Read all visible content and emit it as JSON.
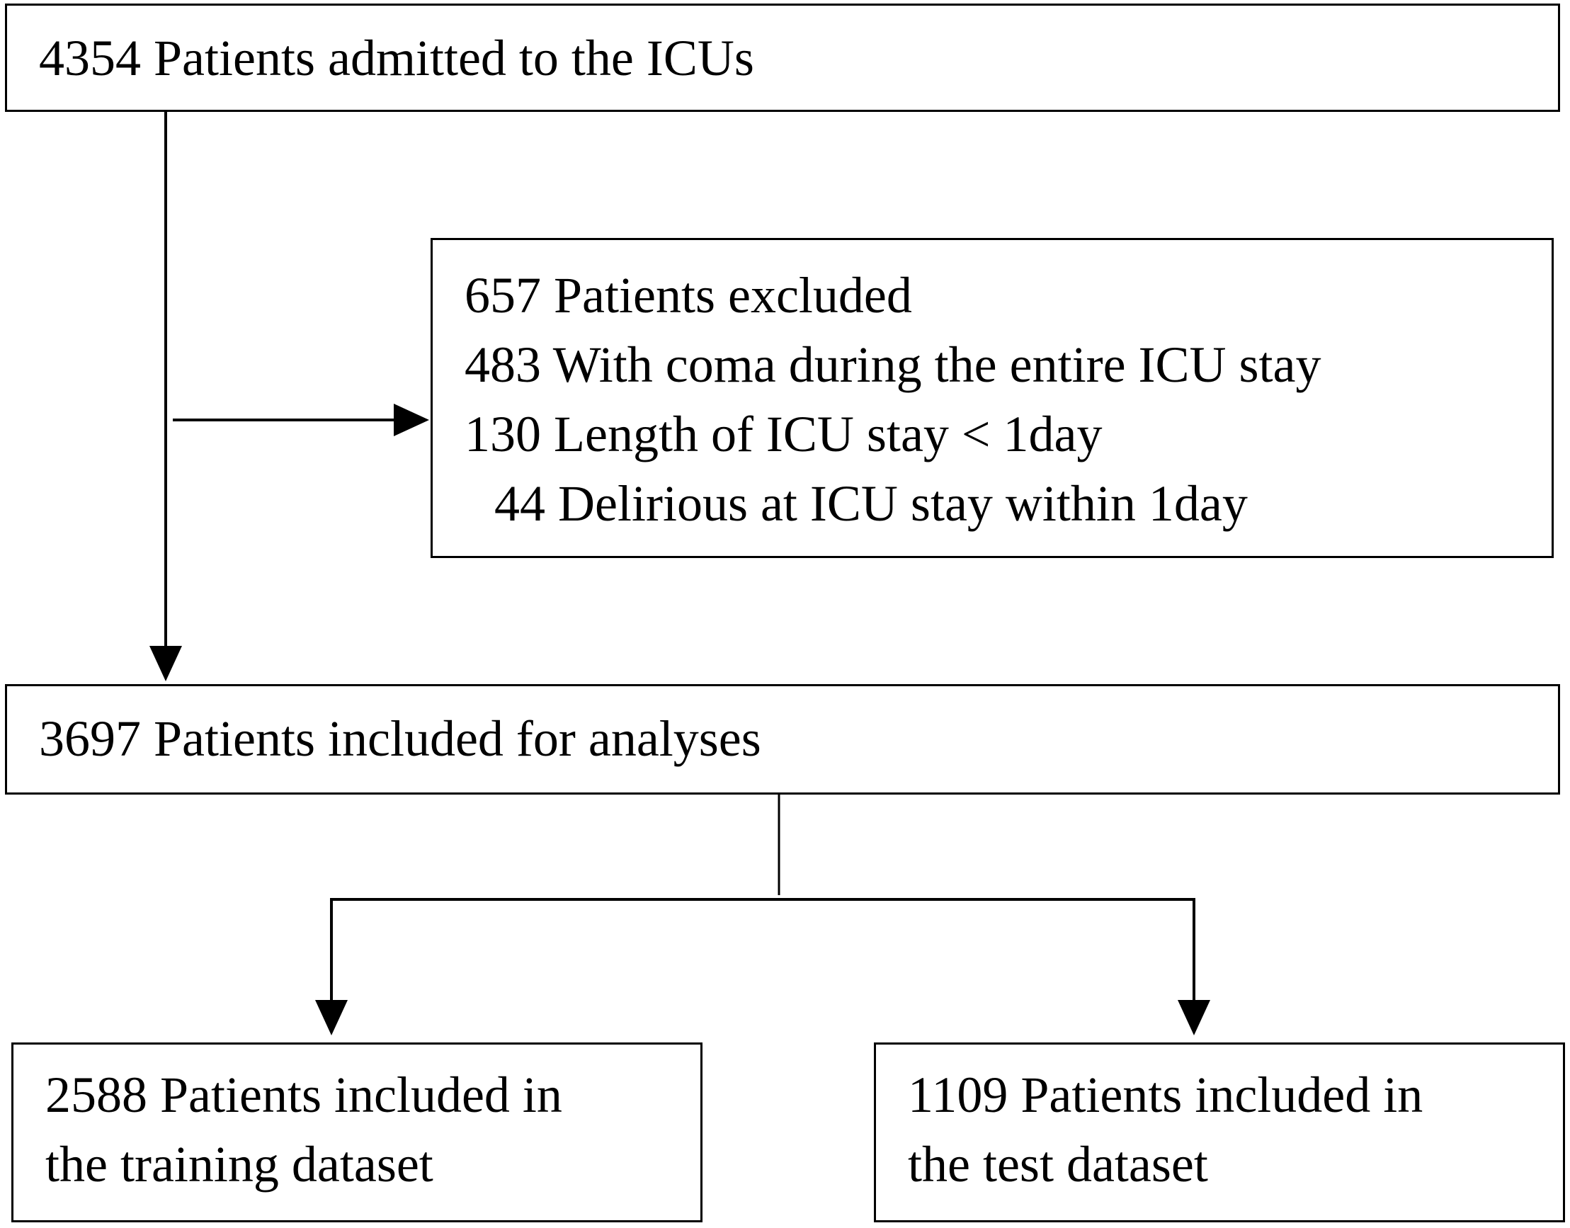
{
  "flowchart": {
    "admitted": "4354 Patients admitted to the ICUs",
    "excluded": {
      "header": "657 Patients excluded",
      "reasons": [
        "483 With coma during the entire ICU stay",
        "130 Length of ICU stay < 1day",
        "44 Delirious at ICU stay within 1day"
      ]
    },
    "analyses": "3697 Patients included for analyses",
    "training": {
      "line1": "2588 Patients included in",
      "line2": "the training dataset"
    },
    "test": {
      "line1": "1109 Patients included in",
      "line2": "the test dataset"
    }
  },
  "colors": {
    "stroke": "#000000",
    "background": "#ffffff"
  }
}
